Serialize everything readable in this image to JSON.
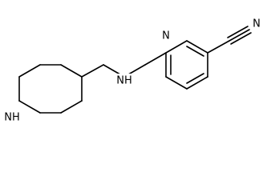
{
  "molecule": {
    "atoms": {
      "nitrile_n": "N",
      "pyridine_n": "N",
      "amine_nh": "NH",
      "piperidine_nh": "NH"
    },
    "colors": {
      "bond": "#000000",
      "label": "#000000",
      "background": "#ffffff"
    }
  }
}
